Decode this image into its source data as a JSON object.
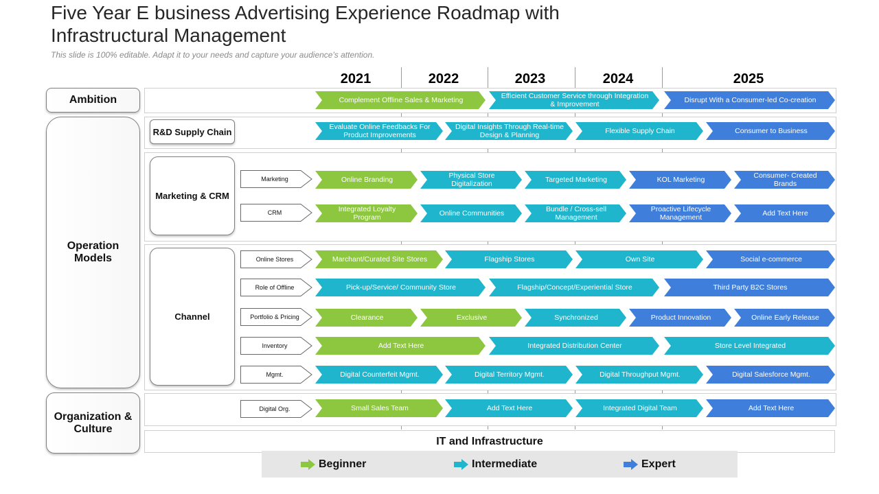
{
  "title": "Five Year E business Advertising Experience Roadmap with Infrastructural Management",
  "subtitle": "This slide is 100% editable. Adapt it to your needs and capture your audience's attention.",
  "years": [
    "2021",
    "2022",
    "2023",
    "2024",
    "2025"
  ],
  "colors": {
    "beginner": "#8dc63f",
    "intermediate": "#1fb5cc",
    "expert": "#3f7fdb"
  },
  "categories": {
    "ambition": "Ambition",
    "operation_models": "Operation Models",
    "org_culture": "Organization & Culture"
  },
  "groups": {
    "rd_supply_chain": "R&D Supply Chain",
    "marketing_crm": "Marketing & CRM",
    "channel": "Channel"
  },
  "sublabels": {
    "marketing": "Marketing",
    "crm": "CRM",
    "online_stores": "Online Stores",
    "role_of_offline": "Role of Offline",
    "portfolio_pricing": "Portfolio & Pricing",
    "inventory": "Inventory",
    "mgmt": "Mgmt.",
    "digital_org": "Digital Org."
  },
  "rows": {
    "ambition": [
      "Complement  Offline Sales & Marketing",
      "Efficient Customer Service through Integration & Improvement",
      "Disrupt With a Consumer-led Co-creation"
    ],
    "rd": [
      "Evaluate Online Feedbacks For Product Improvements",
      "Digital Insights Through Real-time Design & Planning",
      "Flexible Supply Chain",
      "Consumer to Business"
    ],
    "marketing": [
      "Online Branding",
      "Physical Store Digitalization",
      "Targeted Marketing",
      "KOL Marketing",
      "Consumer- Created Brands"
    ],
    "crm": [
      "Integrated Loyalty Program",
      "Online Communities",
      "Bundle / Cross-sell Management",
      "Proactive Lifecycle Management",
      "Add Text Here"
    ],
    "online_stores": [
      "Marchant/Curated Site Stores",
      "Flagship Stores",
      "Own Site",
      "Social e-commerce"
    ],
    "role_of_offline": [
      "Pick-up/Service/ Community Store",
      "Flagship/Concept/Experiential Store",
      "Third Party B2C Stores"
    ],
    "portfolio": [
      "Clearance",
      "Exclusive",
      "Synchronized",
      "Product Innovation",
      "Online Early Release"
    ],
    "inventory": [
      "Add Text Here",
      "Integrated Distribution Center",
      "Store Level Integrated"
    ],
    "mgmt": [
      "Digital Counterfeit Mgmt.",
      "Digital Territory Mgmt.",
      "Digital Throughput Mgmt.",
      "Digital Salesforce Mgmt."
    ],
    "digital_org": [
      "Small Sales Team",
      "Add Text Here",
      "Integrated Digital Team",
      "Add Text Here"
    ]
  },
  "it_infrastructure": "IT and Infrastructure",
  "legend": {
    "beginner": "Beginner",
    "intermediate": "Intermediate",
    "expert": "Expert"
  }
}
